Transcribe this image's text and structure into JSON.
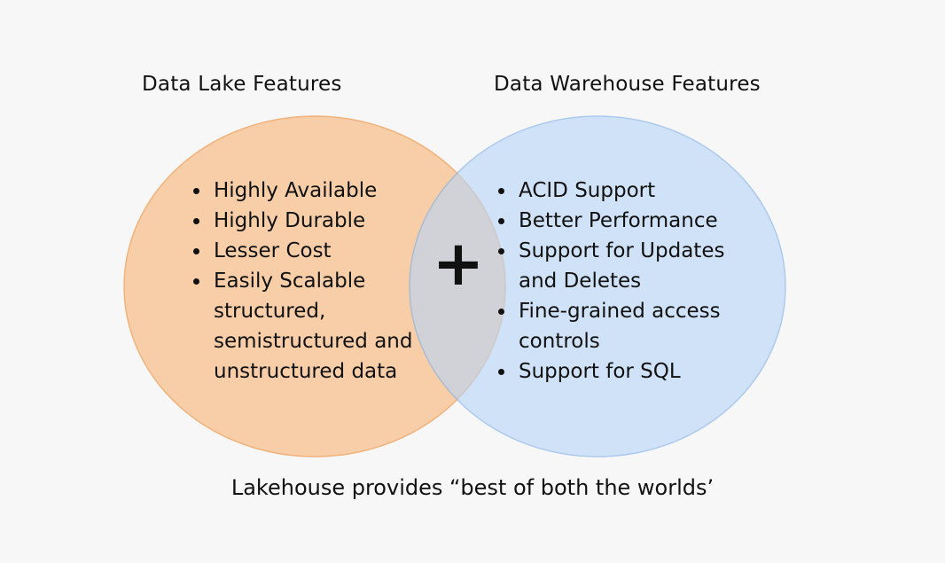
{
  "diagram": {
    "left_set": {
      "heading": "Data Lake Features",
      "fill": "#f7c79a",
      "stroke": "#f0a868",
      "items": [
        "Highly Available",
        "Highly Durable",
        "Lesser Cost",
        "Easily Scalable structured, semistructured and unstructured data"
      ]
    },
    "right_set": {
      "heading": "Data Warehouse Features",
      "fill": "#b9d6f7",
      "stroke": "#7fb0e8",
      "items": [
        "ACID Support",
        "Better Performance",
        "Support for Updates and Deletes",
        "Fine-grained access controls",
        "Support for SQL"
      ]
    },
    "overlap_symbol": "+",
    "caption": "Lakehouse provides “best of both the worlds’"
  }
}
